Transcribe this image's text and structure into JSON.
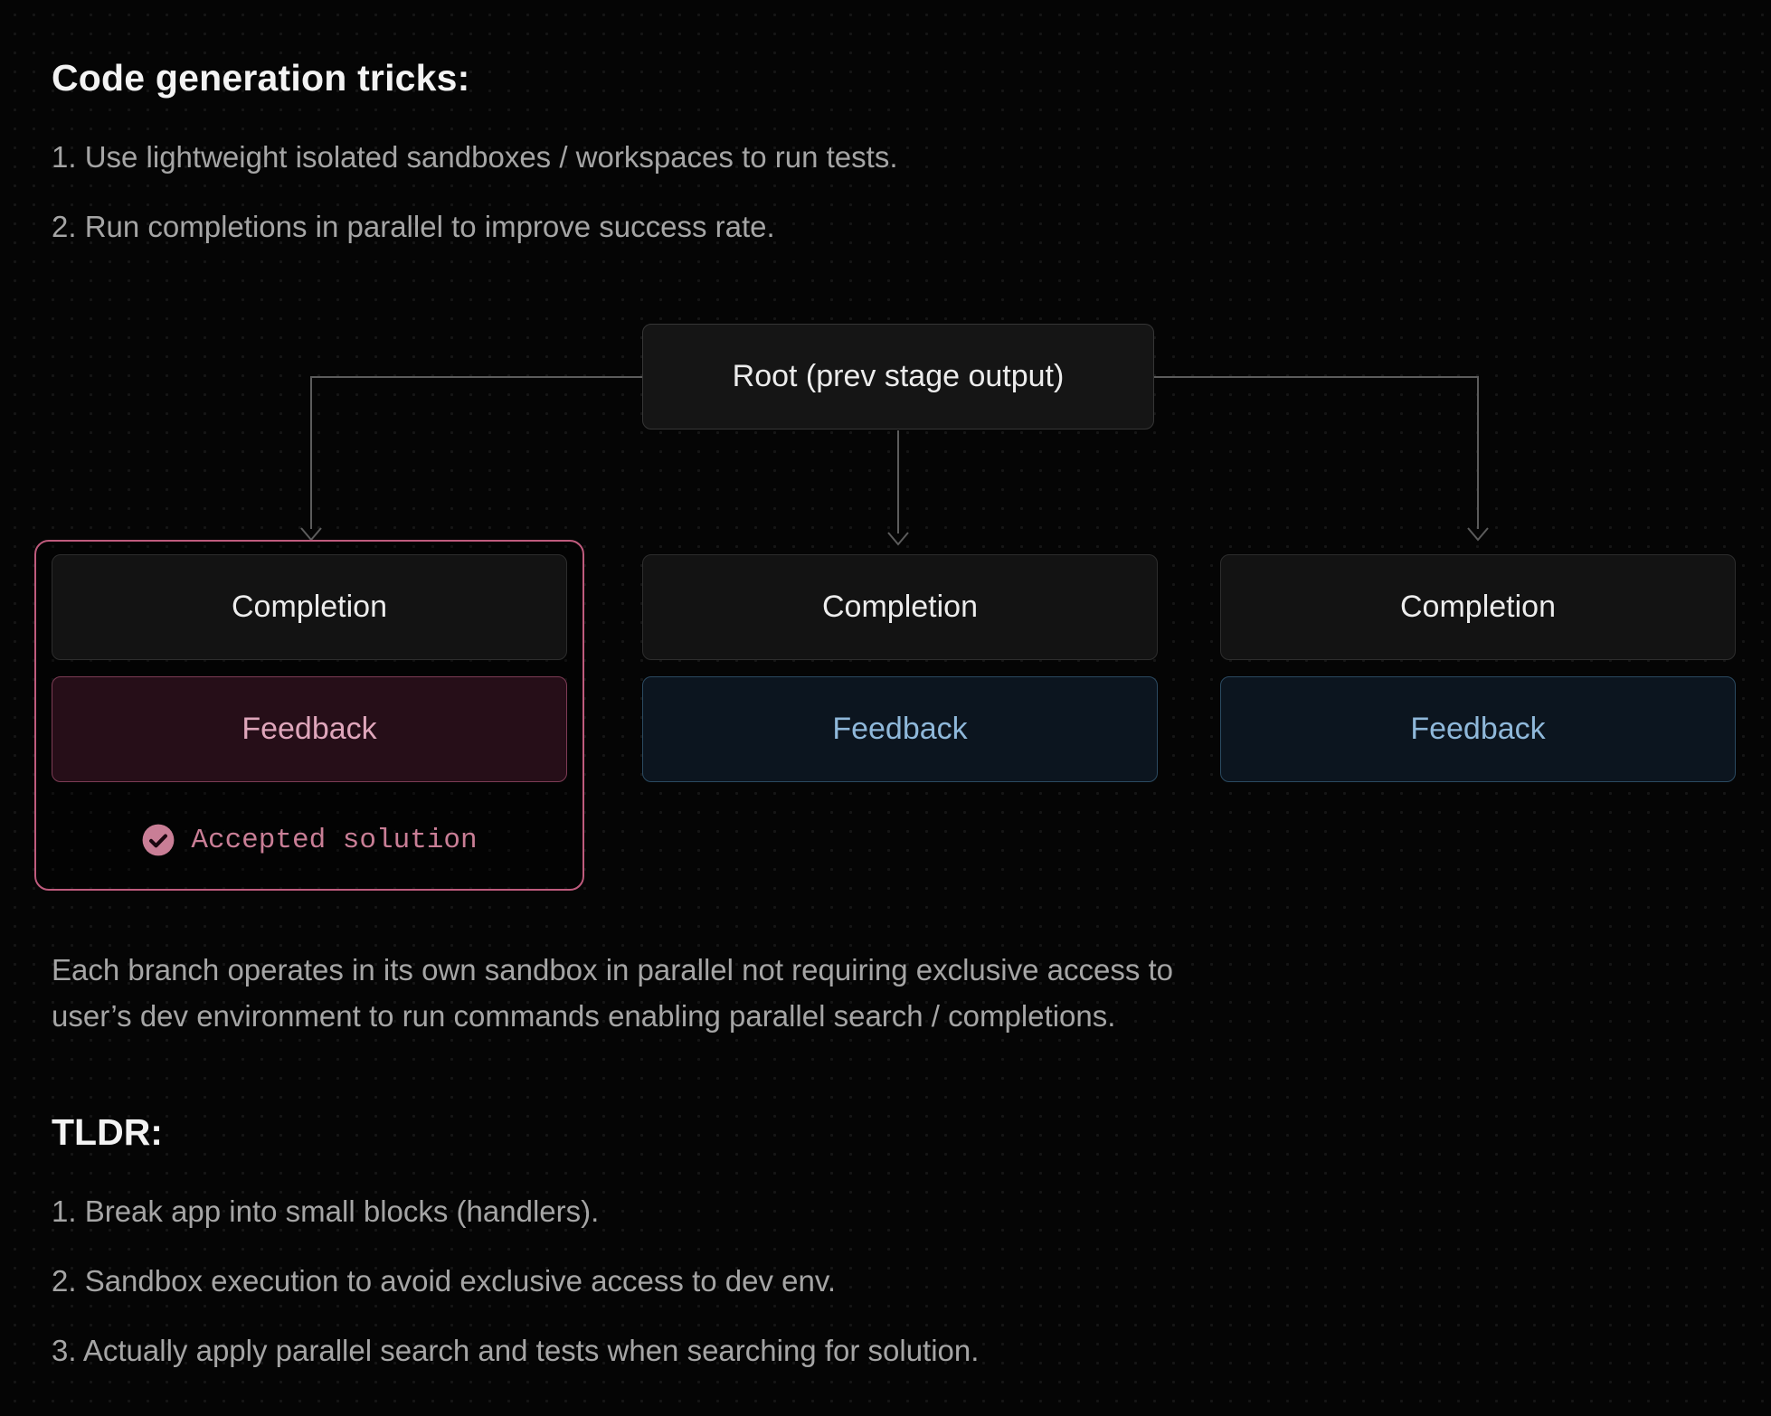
{
  "title": "Code generation tricks:",
  "intro_items": [
    "1. Use lightweight isolated sandboxes / workspaces to run tests.",
    "2. Run completions in parallel to improve success rate."
  ],
  "diagram": {
    "root_label": "Root (prev stage output)",
    "branches": [
      {
        "completion": "Completion",
        "feedback": "Feedback",
        "status": "Accepted solution",
        "accepted": true
      },
      {
        "completion": "Completion",
        "feedback": "Feedback",
        "accepted": false
      },
      {
        "completion": "Completion",
        "feedback": "Feedback",
        "accepted": false
      }
    ]
  },
  "paragraph_lines": [
    "Each branch operates in its own sandbox in parallel not requiring exclusive access to",
    "user’s dev environment to run commands enabling parallel search / completions."
  ],
  "tldr": {
    "title": "TLDR:",
    "items": [
      "1. Break app into small blocks (handlers).",
      "2. Sandbox execution to avoid exclusive access to dev env.",
      "3. Actually apply parallel search and tests when searching for solution."
    ]
  },
  "colors": {
    "background": "#050505",
    "accent_pink_border": "#bf5b7d",
    "accent_pink_text": "#c97e96",
    "feedback_pink_bg": "#260e18",
    "feedback_blue_bg": "#0c151f",
    "accent_blue_text": "#8fb8da",
    "node_bg": "#131313",
    "connector_gray": "#5c5c5c",
    "body_text_gray": "#a5a5a5",
    "heading_white": "#f3f3f3"
  }
}
